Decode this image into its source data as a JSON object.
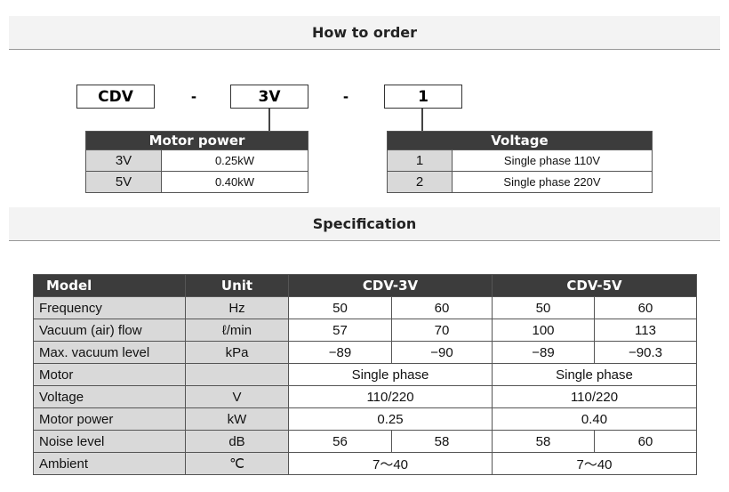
{
  "how_to_order": {
    "title": "How to order",
    "code": [
      "CDV",
      "3V",
      "1"
    ],
    "separator": "-",
    "motor_power": {
      "title": "Motor power",
      "rows": [
        [
          "3V",
          "0.25kW"
        ],
        [
          "5V",
          "0.40kW"
        ]
      ]
    },
    "voltage": {
      "title": "Voltage",
      "rows": [
        [
          "1",
          "Single phase 110V"
        ],
        [
          "2",
          "Single phase 220V"
        ]
      ]
    }
  },
  "specification": {
    "title": "Specification",
    "headers": [
      "Model",
      "Unit",
      "CDV-3V",
      "CDV-5V"
    ],
    "rows": {
      "frequency": [
        "Frequency",
        "Hz",
        "50",
        "60",
        "50",
        "60"
      ],
      "flow": [
        "Vacuum (air) flow",
        "ℓ/min",
        "57",
        "70",
        "100",
        "113"
      ],
      "vacuum": [
        "Max. vacuum level",
        "kPa",
        "−89",
        "−90",
        "−89",
        "−90.3"
      ],
      "motor": [
        "Motor",
        "",
        "Single phase",
        "Single phase"
      ],
      "voltage": [
        "Voltage",
        "V",
        "110/220",
        "110/220"
      ],
      "power": [
        "Motor power",
        "kW",
        "0.25",
        "0.40"
      ],
      "noise": [
        "Noise level",
        "dB",
        "56",
        "58",
        "58",
        "60"
      ],
      "ambient": [
        "Ambient",
        "℃",
        "7～40",
        "7～40"
      ]
    }
  }
}
